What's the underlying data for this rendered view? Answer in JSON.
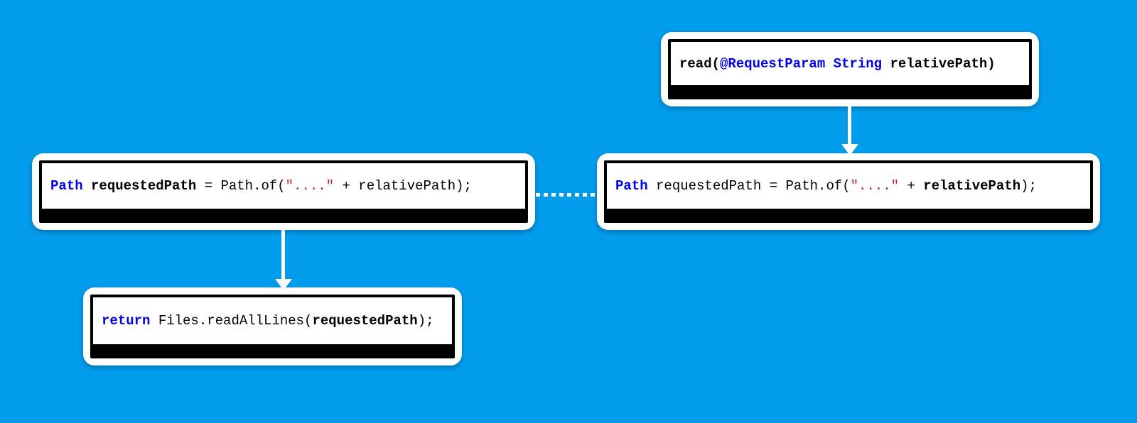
{
  "diagram": {
    "background": "#019CEB",
    "colors": {
      "keyword": "#0000F0",
      "string": "#C32030",
      "text": "#000000",
      "box_fill": "#FFFFFF",
      "box_border": "#000000",
      "connector": "#FFFFFF"
    },
    "nodes": [
      {
        "id": "read-endpoint",
        "text": "read(@RequestParam String relativePath)",
        "tokens": [
          {
            "t": "read(",
            "s": "bold"
          },
          {
            "t": "@RequestParam String",
            "s": "keyword"
          },
          {
            "t": " ",
            "s": "plain"
          },
          {
            "t": "relativePath)",
            "s": "bold"
          }
        ]
      },
      {
        "id": "path-of-left",
        "text": "Path requestedPath = Path.of(\"....\" + relativePath);",
        "tokens": [
          {
            "t": "Path",
            "s": "keyword"
          },
          {
            "t": " ",
            "s": "plain"
          },
          {
            "t": "requestedPath",
            "s": "bold"
          },
          {
            "t": " = Path.of(",
            "s": "plain"
          },
          {
            "t": "\"....\"",
            "s": "string"
          },
          {
            "t": " + relativePath);",
            "s": "plain"
          }
        ]
      },
      {
        "id": "path-of-right",
        "text": "Path requestedPath = Path.of(\"....\" + relativePath);",
        "tokens": [
          {
            "t": "Path",
            "s": "keyword"
          },
          {
            "t": " requestedPath = Path.of(",
            "s": "plain"
          },
          {
            "t": "\"....\"",
            "s": "string"
          },
          {
            "t": " + ",
            "s": "plain"
          },
          {
            "t": "relativePath",
            "s": "bold"
          },
          {
            "t": ");",
            "s": "plain"
          }
        ]
      },
      {
        "id": "return-readalllines",
        "text": "return Files.readAllLines(requestedPath);",
        "tokens": [
          {
            "t": "return",
            "s": "keyword"
          },
          {
            "t": " Files.readAllLines(",
            "s": "plain"
          },
          {
            "t": "requestedPath",
            "s": "bold"
          },
          {
            "t": ");",
            "s": "plain"
          }
        ]
      }
    ],
    "edges": [
      {
        "type": "arrow",
        "from": "read-endpoint",
        "to": "path-of-right"
      },
      {
        "type": "arrow",
        "from": "path-of-left",
        "to": "return-readalllines"
      },
      {
        "type": "dotted",
        "from": "path-of-left",
        "to": "path-of-right"
      }
    ]
  }
}
